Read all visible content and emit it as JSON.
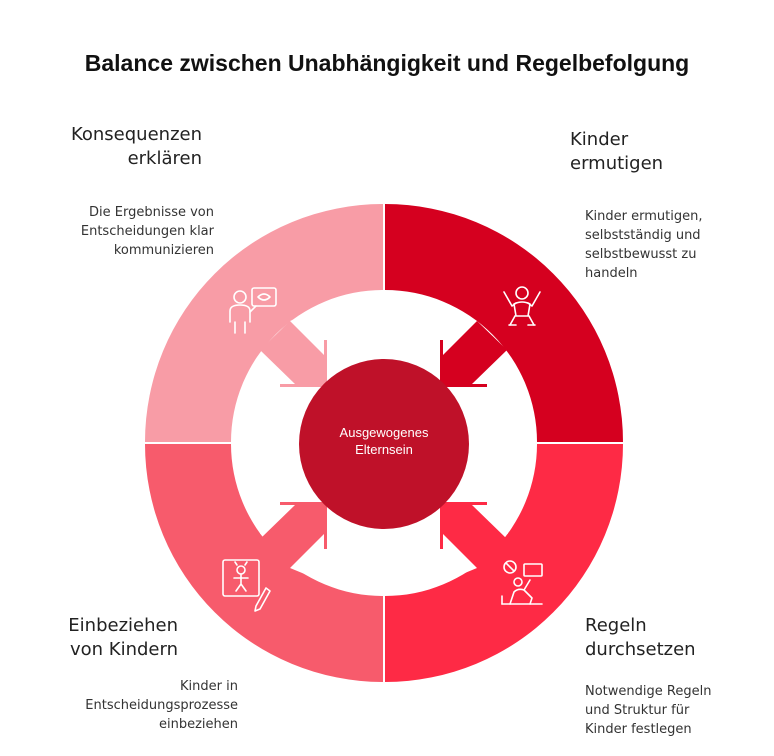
{
  "title": "Balance zwischen Unabhängigkeit und Regelbefolgung",
  "center": {
    "line1": "Ausgewogenes",
    "line2": "Elternsein"
  },
  "quadrants": {
    "top_left": {
      "title_line1": "Konsequenzen",
      "title_line2": "erklären",
      "desc_line1": "Die Ergebnisse von",
      "desc_line2": "Entscheidungen klar",
      "desc_line3": "kommunizieren",
      "color": "#f89ca6",
      "icon": "teacher-explaining-icon"
    },
    "top_right": {
      "title_line1": "Kinder",
      "title_line2": "ermutigen",
      "desc_line1": "Kinder ermutigen,",
      "desc_line2": "selbstständig und",
      "desc_line3": "selbstbewusst zu",
      "desc_line4": "handeln",
      "color": "#d5001f",
      "icon": "cheering-child-icon"
    },
    "bottom_left": {
      "title_line1": "Einbeziehen",
      "title_line2": "von Kindern",
      "desc_line1": "Kinder in",
      "desc_line2": "Entscheidungsprozesse",
      "desc_line3": "einbeziehen",
      "color": "#f75b6c",
      "icon": "child-drawing-icon"
    },
    "bottom_right": {
      "title_line1": "Regeln",
      "title_line2": "durchsetzen",
      "desc_line1": "Notwendige Regeln",
      "desc_line2": "und Struktur für",
      "desc_line3": "Kinder festlegen",
      "color": "#fe2a45",
      "icon": "rule-sign-icon"
    }
  },
  "center_color": "#bf1129"
}
